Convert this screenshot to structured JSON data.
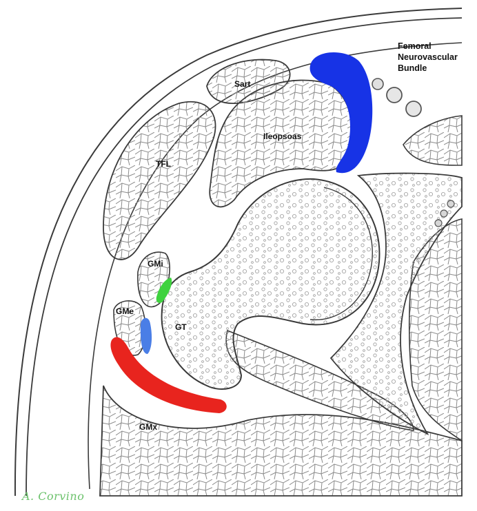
{
  "labels": {
    "femoral_line1": "Femoral",
    "femoral_line2": "Neurovascular",
    "femoral_line3": "Bundle",
    "sart": "Sart",
    "ileopsoas": "Ileopsoas",
    "tfl": "TFL",
    "gmi": "GMi",
    "gme": "GMe",
    "gt": "GT",
    "gmx": "GMx"
  },
  "signature": "A. Corvino",
  "colors": {
    "femoral_bundle": "#1733e6",
    "gmi_tendon": "#3fd23f",
    "gme_tendon": "#4a7ee6",
    "bursa": "#e8241e",
    "line": "#3a3a3a",
    "muscle_fill": "#ececec",
    "bone_fill": "#f6f6f6"
  }
}
